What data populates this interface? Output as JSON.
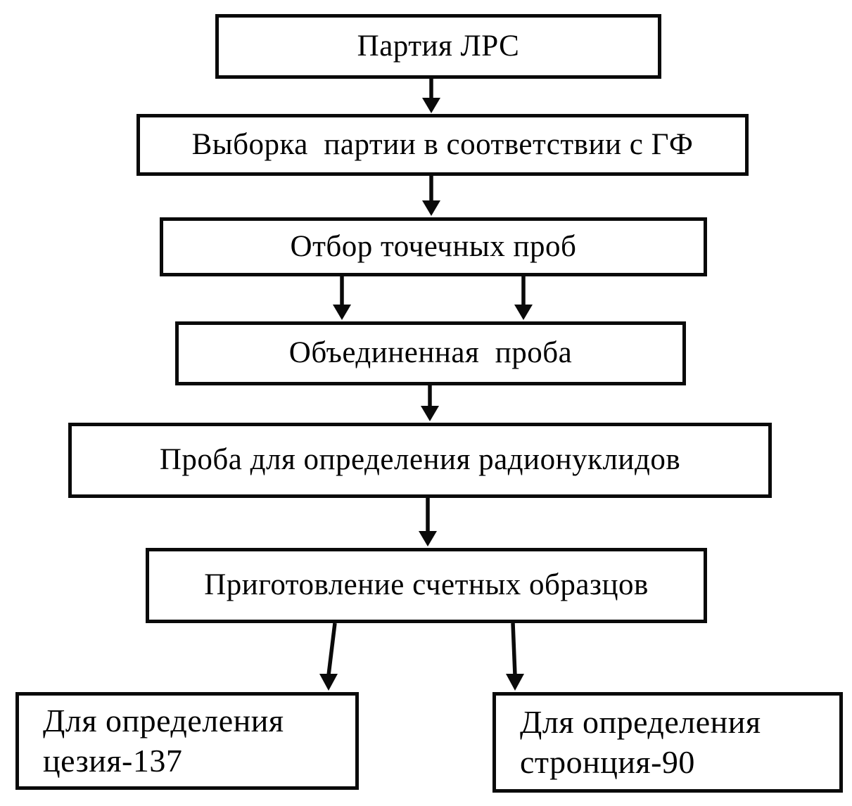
{
  "flowchart": {
    "description": "Sampling scheme flowchart for radionuclide determination in medicinal plant raw material",
    "colors": {
      "line": "#0a0a0a",
      "background": "#ffffff",
      "text": "#000000"
    },
    "boxes": [
      {
        "id": "batch",
        "label": "Партия ЛРС"
      },
      {
        "id": "batch-sampling",
        "label": "Выборка  партии в соответствии с ГФ"
      },
      {
        "id": "point-samples",
        "label": "Отбор точечных проб"
      },
      {
        "id": "combined-sample",
        "label": "Объединенная  проба"
      },
      {
        "id": "radionuclide-sample",
        "label": "Проба для определения радионуклидов"
      },
      {
        "id": "counting-samples",
        "label": "Приготовление счетных образцов"
      },
      {
        "id": "cesium-137",
        "label": "Для определения\nцезия-137"
      },
      {
        "id": "strontium-90",
        "label": "Для определения\nстронция-90"
      }
    ],
    "edges": [
      {
        "from": "batch",
        "to": "batch-sampling"
      },
      {
        "from": "batch-sampling",
        "to": "point-samples"
      },
      {
        "from": "point-samples",
        "to": "combined-sample"
      },
      {
        "from": "point-samples",
        "to": "combined-sample"
      },
      {
        "from": "combined-sample",
        "to": "radionuclide-sample"
      },
      {
        "from": "radionuclide-sample",
        "to": "counting-samples"
      },
      {
        "from": "counting-samples",
        "to": "cesium-137"
      },
      {
        "from": "counting-samples",
        "to": "strontium-90"
      }
    ]
  }
}
